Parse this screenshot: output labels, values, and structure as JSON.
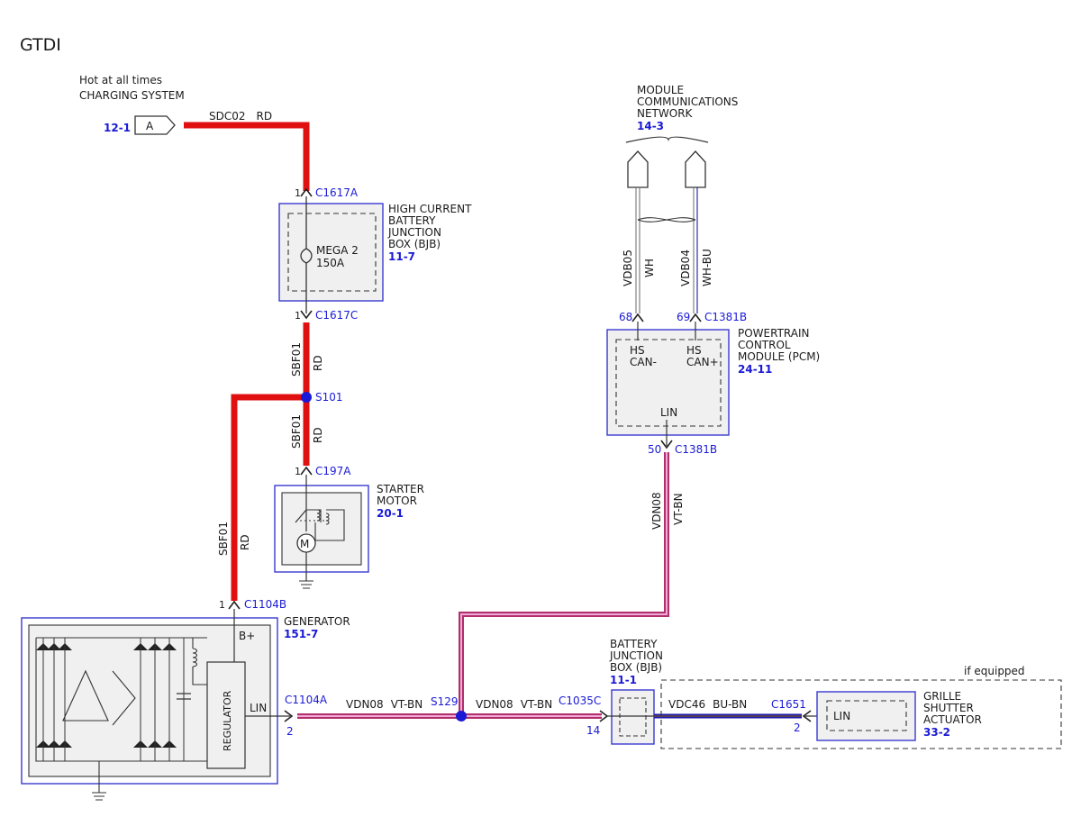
{
  "title": "GTDI",
  "source": {
    "line1": "Hot at all times",
    "line2": "CHARGING SYSTEM",
    "page_ref": "12-1",
    "connector_letter": "A"
  },
  "colors": {
    "red_wire": "#e01010",
    "vt_bn_outer": "#b0306a",
    "vt_bn_inner": "#f2a8d8",
    "blue_wire": "#1a1ab0",
    "module_border": "#3a3ad0",
    "module_fill": "#f0f0f0",
    "label_blue": "#1a1ad6"
  },
  "wires": {
    "sdc02": {
      "circuit": "SDC02",
      "color": "RD"
    },
    "sbf01_a": {
      "circuit": "SBF01",
      "color": "RD"
    },
    "sbf01_b": {
      "circuit": "SBF01",
      "color": "RD"
    },
    "sbf01_c": {
      "circuit": "SBF01",
      "color": "RD"
    },
    "vdb05": {
      "circuit": "VDB05",
      "color": "WH"
    },
    "vdb04": {
      "circuit": "VDB04",
      "color": "WH-BU"
    },
    "vdn08_pcm": {
      "circuit": "VDN08",
      "color": "VT-BN"
    },
    "vdn08_left": {
      "circuit": "VDN08",
      "color": "VT-BN"
    },
    "vdn08_right": {
      "circuit": "VDN08",
      "color": "VT-BN"
    },
    "vdc46": {
      "circuit": "VDC46",
      "color": "BU-BN"
    }
  },
  "bjb_high_current": {
    "name_lines": [
      "HIGH CURRENT",
      "BATTERY",
      "JUNCTION",
      "BOX (BJB)"
    ],
    "page_ref": "11-7",
    "fuse_lines": [
      "MEGA 2",
      "150A"
    ],
    "conn_top": {
      "pin": "1",
      "id": "C1617A"
    },
    "conn_bottom": {
      "pin": "1",
      "id": "C1617C"
    }
  },
  "splice_s101": "S101",
  "starter": {
    "name_lines": [
      "STARTER",
      "MOTOR"
    ],
    "page_ref": "20-1",
    "conn": {
      "pin": "1",
      "id": "C197A"
    },
    "motor_letter": "M"
  },
  "generator": {
    "name": "GENERATOR",
    "page_ref": "151-7",
    "conn": {
      "pin": "1",
      "id": "C1104B"
    },
    "b_plus": "B+",
    "regulator": "REGULATOR",
    "lin": "LIN",
    "conn_lin": {
      "pin": "2",
      "id": "C1104A"
    }
  },
  "splice_s129": "S129",
  "mcn": {
    "name_lines": [
      "MODULE",
      "COMMUNICATIONS",
      "NETWORK"
    ],
    "page_ref": "14-3"
  },
  "pcm": {
    "name_lines": [
      "POWERTRAIN",
      "CONTROL",
      "MODULE (PCM)"
    ],
    "page_ref": "24-11",
    "pin_can_minus": "68",
    "pin_can_plus": "69",
    "conn_can": "C1381B",
    "hs1": "HS",
    "can_minus": "CAN-",
    "hs2": "HS",
    "can_plus": "CAN+",
    "lin": "LIN",
    "pin_lin": "50",
    "conn_lin": "C1381B"
  },
  "bjb": {
    "name_lines": [
      "BATTERY",
      "JUNCTION",
      "BOX (BJB)"
    ],
    "page_ref": "11-1",
    "conn": "C1035C",
    "pin": "14"
  },
  "grille": {
    "if_equipped": "if equipped",
    "name_lines": [
      "GRILLE",
      "SHUTTER",
      "ACTUATOR"
    ],
    "page_ref": "33-2",
    "lin": "LIN",
    "conn": "C1651",
    "pin": "2"
  }
}
